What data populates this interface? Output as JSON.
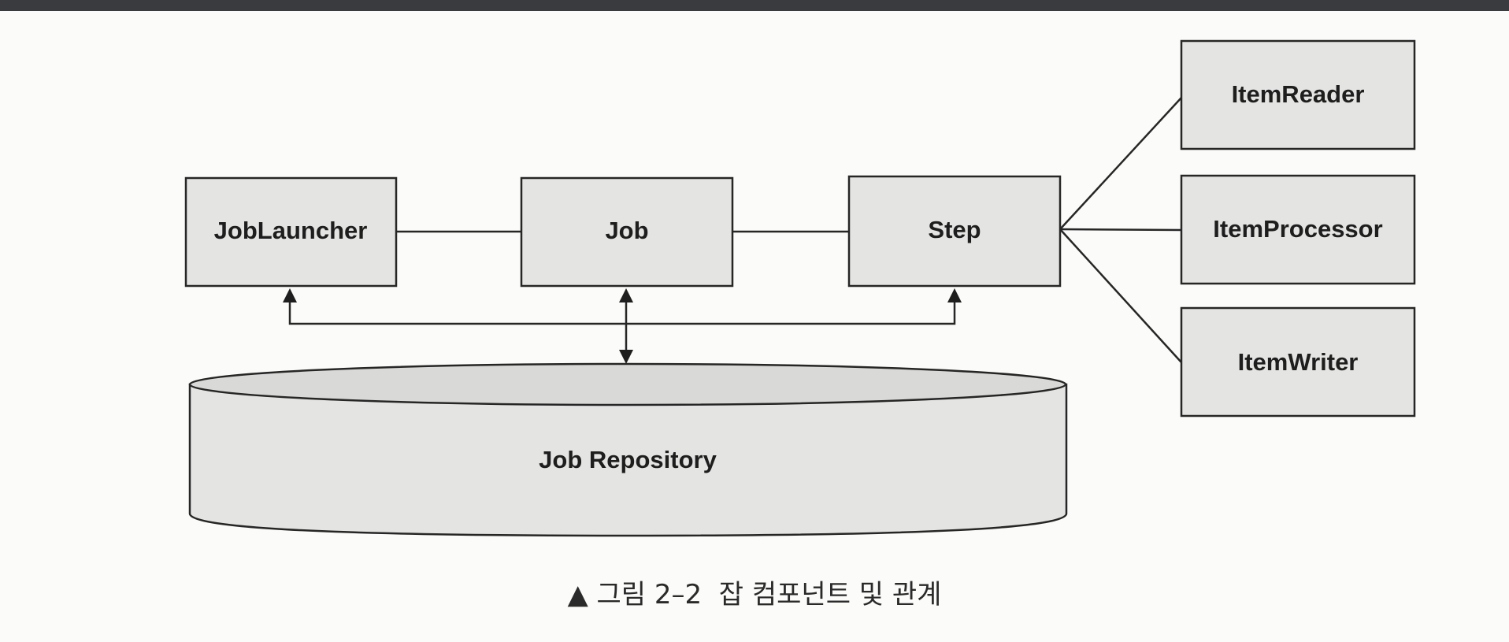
{
  "diagram": {
    "nodes": {
      "job_launcher": "JobLauncher",
      "job": "Job",
      "step": "Step",
      "item_reader": "ItemReader",
      "item_processor": "ItemProcessor",
      "item_writer": "ItemWriter",
      "job_repository": "Job Repository"
    },
    "edges": [
      {
        "from": "job_launcher",
        "to": "job",
        "type": "line"
      },
      {
        "from": "job",
        "to": "step",
        "type": "line"
      },
      {
        "from": "step",
        "to": "item_reader",
        "type": "line"
      },
      {
        "from": "step",
        "to": "item_processor",
        "type": "line"
      },
      {
        "from": "step",
        "to": "item_writer",
        "type": "line"
      },
      {
        "from": "job_repository",
        "to": "job_launcher",
        "type": "arrow"
      },
      {
        "from": "job_repository",
        "to": "step",
        "type": "arrow"
      },
      {
        "from": "job",
        "to": "job_repository",
        "type": "bidirectional-arrow"
      }
    ],
    "caption": "▲ 그림 2–2  잡 컴포넌트 및 관계"
  }
}
